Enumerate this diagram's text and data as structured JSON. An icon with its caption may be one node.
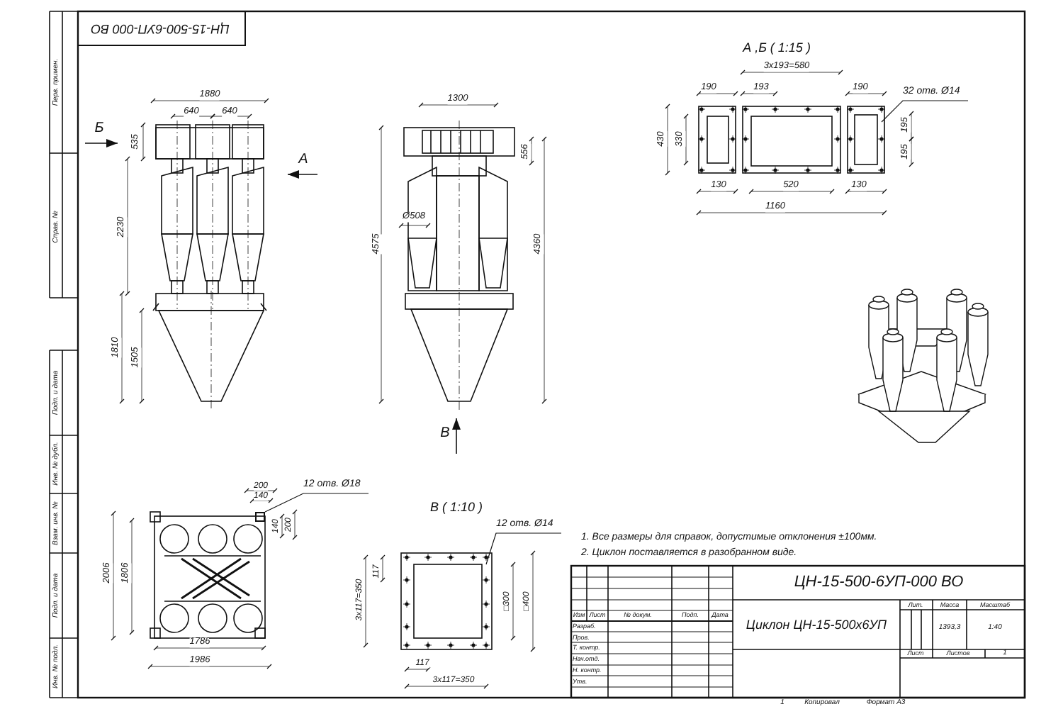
{
  "diagram": {
    "nodes": [
      {
        "text": [
          "32 отв. Ø14"
        ]
      },
      {
        "text": [
          "12 отв. Ø18"
        ]
      },
      {
        "text": [
          "12 отв. Ø14"
        ]
      },
      {
        "text": [],
        "shape": "box"
      }
    ],
    "edges": [
      {
        "from": 0,
        "to": null,
        "arrow": "none"
      },
      {
        "from": 1,
        "to": 3,
        "arrow": "none"
      },
      {
        "from": 2,
        "to": null,
        "arrow": "none"
      }
    ],
    "labels": [
      "ЦН-15-500-6УП-000 ВО",
      "Перв. примен.",
      "Справ. №",
      "Подп. и дата",
      "Инв. № дубл.",
      "Взам. инв. №",
      "Подп. и дата",
      "Инв. № подл.",
      "1880",
      "640",
      "640",
      "Б",
      "535",
      "А",
      "2230",
      "1810",
      "1505",
      "1300",
      "556",
      "4575",
      "Ø508",
      "4360",
      "В",
      "А ,Б ( 1:15 )",
      "3x193=580",
      "190",
      "193",
      "190",
      "430",
      "330",
      "195",
      "195",
      "130",
      "520",
      "130",
      "1160",
      "200",
      "140",
      "140",
      "200",
      "2006",
      "1806",
      "1786",
      "1986",
      "В ( 1:10 )",
      "117",
      "3x117=350",
      "□300",
      "□400",
      "117",
      "3x117=350",
      "1. Все размеры для справок, допустимые отклонения ±100мм.",
      "2. Циклон поставляется в разобранном виде.",
      "ЦН-15-500-6УП-000 ВО",
      "Изм",
      "Лист",
      "№ докум.",
      "Подп.",
      "Дата",
      "Разраб.",
      "Пров.",
      "Т. контр.",
      "Нач.отд.",
      "Н. контр.",
      "Утв.",
      "Циклон ЦН-15-500х6УП",
      "Лит.",
      "Масса",
      "Масштаб",
      "1393,3",
      "1:40",
      "Лист",
      "Листов",
      "1",
      "1",
      "Копировал",
      "Формат А3"
    ]
  }
}
